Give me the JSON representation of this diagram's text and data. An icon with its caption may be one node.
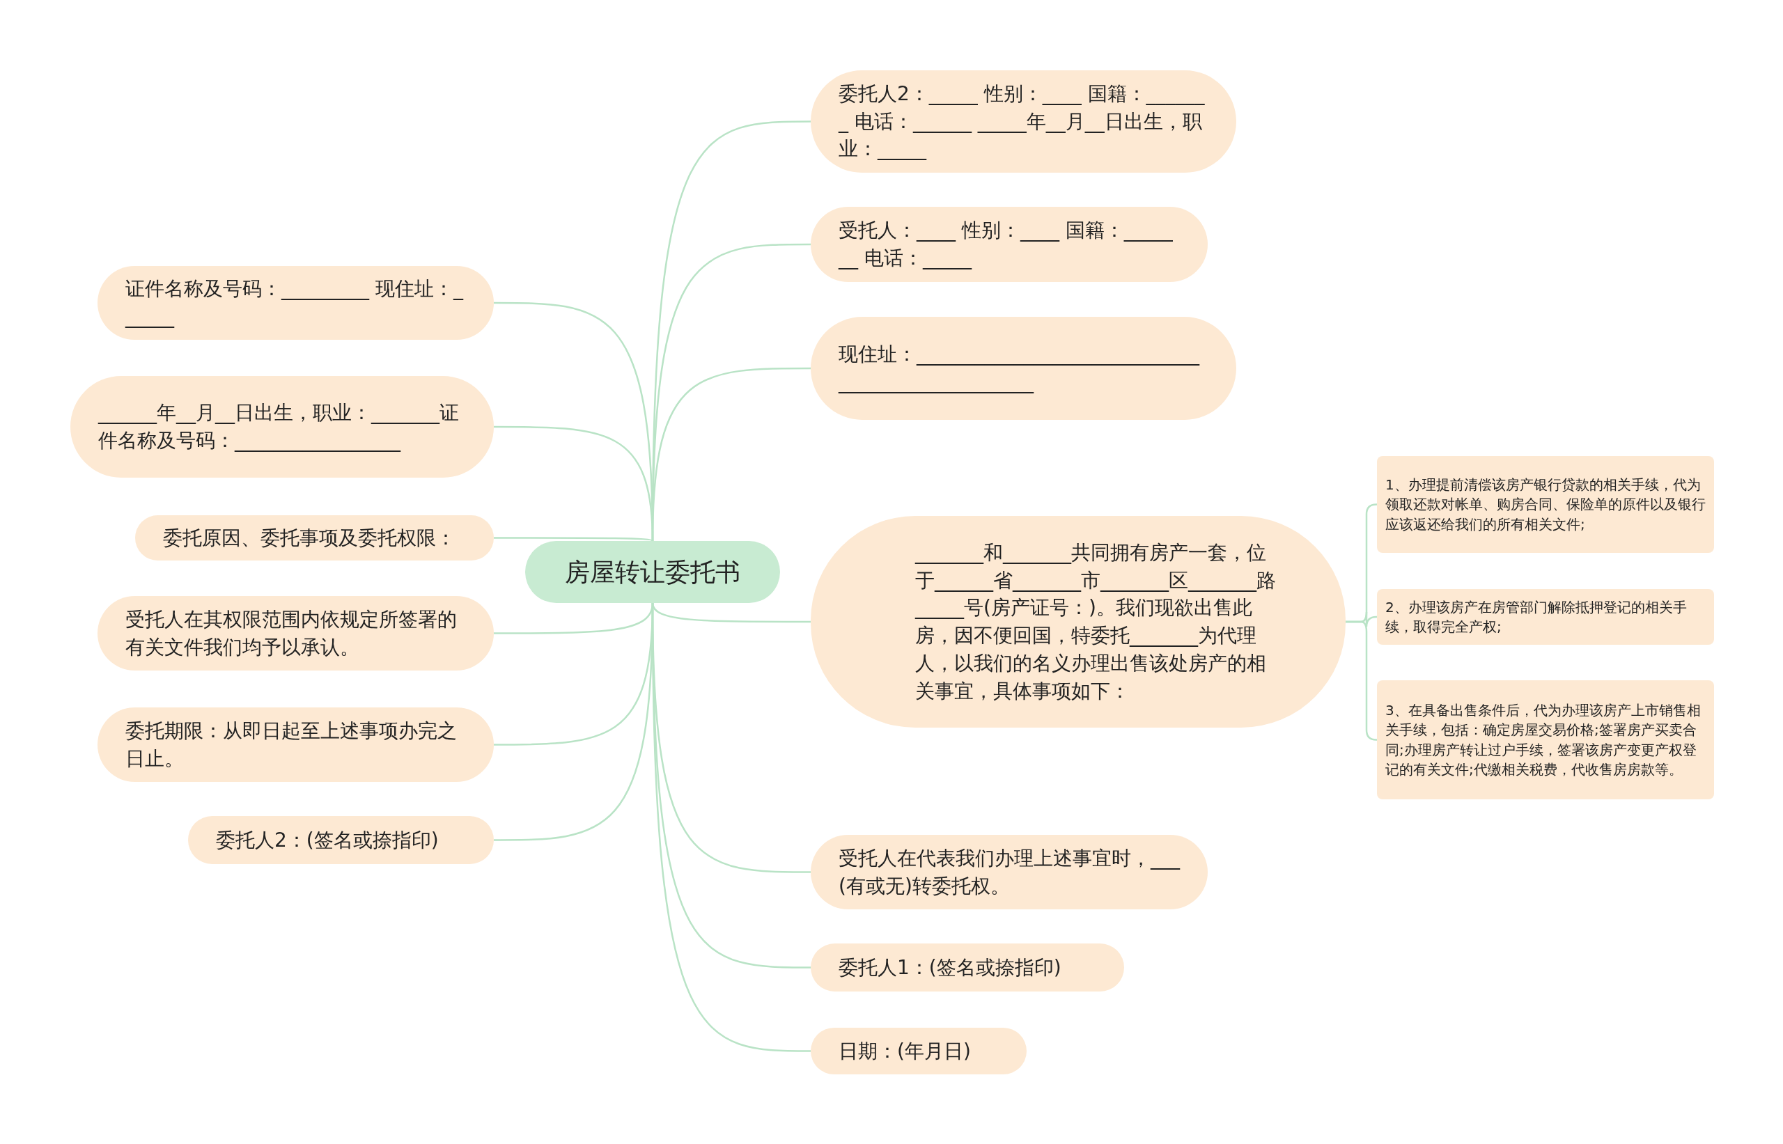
{
  "diagram": {
    "nodes": [
      {
        "text": [
          "房屋转让委托书"
        ]
      },
      {
        "text": [
          "证件名称及号码：_________ 现住址：______"
        ]
      },
      {
        "text": [
          "______年__月__日出生，职业：_______证件名称及号码：_________________"
        ]
      },
      {
        "text": [
          "委托原因、委托事项及委托权限："
        ]
      },
      {
        "text": [
          "受托人在其权限范围内依规定所签署的有关文件我们均予以承认。"
        ]
      },
      {
        "text": [
          "委托期限：从即日起至上述事项办完之日止。"
        ]
      },
      {
        "text": [
          "委托人2：(签名或捺指印)"
        ]
      },
      {
        "text": [
          "委托人2：_____ 性别：____ 国籍：_______ 电话：______ _____年__月__日出生，职业：_____"
        ]
      },
      {
        "text": [
          "受托人：____ 性别：____ 国籍：_______ 电话：_____"
        ]
      },
      {
        "text": [
          "现住址：_________________________________________________"
        ]
      },
      {
        "text": [
          "_______和_______共同拥有房产一套，位于______省_______市_______区_______路_____号(房产证号：)。我们现欲出售此房，因不便回国，特委托_______为代理人，以我们的名义办理出售该处房产的相关事宜，具体事项如下："
        ]
      },
      {
        "text": [
          "1、办理提前清偿该房产银行贷款的相关手续，代为领取还款对帐单、购房合同、保险单的原件以及银行应该返还给我们的所有相关文件;"
        ]
      },
      {
        "text": [
          "2、办理该房产在房管部门解除抵押登记的相关手续，取得完全产权;"
        ]
      },
      {
        "text": [
          "3、在具备出售条件后，代为办理该房产上市销售相关手续，包括：确定房屋交易价格;签署房产买卖合同;办理房产转让过户手续，签署该房产变更产权登记的有关文件;代缴相关税费，代收售房房款等。"
        ]
      },
      {
        "text": [
          "受托人在代表我们办理上述事宜时，___(有或无)转委托权。"
        ]
      },
      {
        "text": [
          "委托人1：(签名或捺指印)"
        ]
      },
      {
        "text": [
          "日期：(年月日)"
        ]
      }
    ],
    "edges": [
      {
        "from": 0,
        "to": 1,
        "arrow": "none"
      },
      {
        "from": 0,
        "to": 2,
        "arrow": "none"
      },
      {
        "from": 0,
        "to": 3,
        "arrow": "none"
      },
      {
        "from": 0,
        "to": 4,
        "arrow": "none"
      },
      {
        "from": 0,
        "to": 5,
        "arrow": "none"
      },
      {
        "from": 0,
        "to": 6,
        "arrow": "none"
      },
      {
        "from": 0,
        "to": 7,
        "arrow": "none"
      },
      {
        "from": 0,
        "to": 8,
        "arrow": "none"
      },
      {
        "from": 0,
        "to": 9,
        "arrow": "none"
      },
      {
        "from": 0,
        "to": 10,
        "arrow": "none"
      },
      {
        "from": 10,
        "to": 11,
        "arrow": "none"
      },
      {
        "from": 10,
        "to": 12,
        "arrow": "none"
      },
      {
        "from": 10,
        "to": 13,
        "arrow": "none"
      },
      {
        "from": 0,
        "to": 14,
        "arrow": "none"
      },
      {
        "from": 0,
        "to": 15,
        "arrow": "none"
      },
      {
        "from": 0,
        "to": 16,
        "arrow": "none"
      }
    ]
  }
}
